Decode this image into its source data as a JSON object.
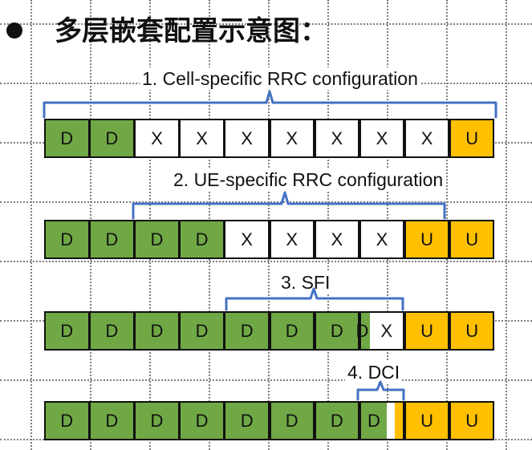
{
  "title": "多层嵌套配置示意图：",
  "levels": [
    {
      "label": "1.  Cell-specific RRC configuration",
      "slots": [
        "D",
        "D",
        "X",
        "X",
        "X",
        "X",
        "X",
        "X",
        "X",
        "U"
      ],
      "split_slot": null
    },
    {
      "label": "2.  UE-specific RRC configuration",
      "slots": [
        "D",
        "D",
        "D",
        "D",
        "X",
        "X",
        "X",
        "X",
        "U",
        "U"
      ],
      "split_slot": null
    },
    {
      "label": "3.  SFI",
      "slots": [
        "D",
        "D",
        "D",
        "D",
        "D",
        "D",
        "D",
        "DX",
        "U",
        "U"
      ],
      "split_slot": {
        "left": "D",
        "right": "X"
      }
    },
    {
      "label": "4.  DCI",
      "slots": [
        "D",
        "D",
        "D",
        "D",
        "D",
        "D",
        "D",
        "D",
        "U",
        "U"
      ],
      "split_slot": {
        "left": "D",
        "mid": "",
        "right": ""
      }
    }
  ],
  "colors": {
    "D": "#70a845",
    "X": "#ffffff",
    "U": "#ffc000",
    "brace": "#4472c4"
  }
}
